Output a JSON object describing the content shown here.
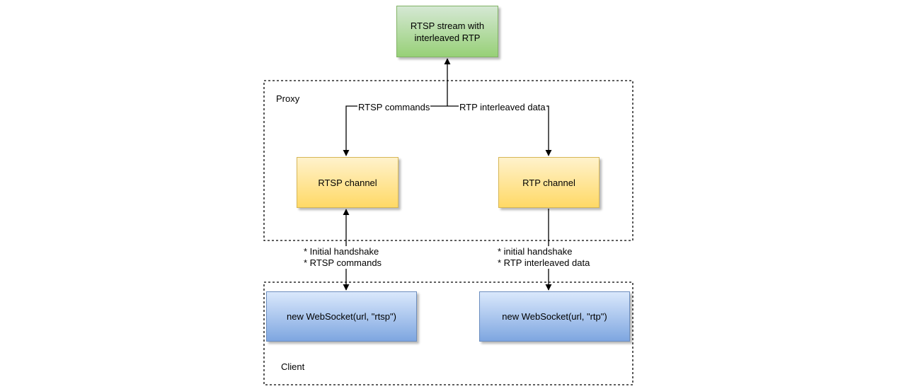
{
  "nodes": {
    "source": {
      "line1": "RTSP stream with",
      "line2": "interleaved RTP"
    },
    "rtsp_channel": "RTSP channel",
    "rtp_channel": "RTP channel",
    "ws_rtsp": "new WebSocket(url, \"rtsp\")",
    "ws_rtp": "new WebSocket(url, \"rtp\")"
  },
  "groups": {
    "proxy": "Proxy",
    "client": "Client"
  },
  "edges": {
    "rtsp_commands": "RTSP commands",
    "rtp_interleaved_data": "RTP interleaved data",
    "left_link": {
      "line1": "* Initial handshake",
      "line2": "* RTSP commands"
    },
    "right_link": {
      "line1": "* initial handshake",
      "line2": "* RTP interleaved data"
    }
  },
  "colors": {
    "green_fill": "#97d077",
    "yellow_fill": "#ffd966",
    "blue_fill": "#7ea6e0",
    "line": "#000000"
  }
}
